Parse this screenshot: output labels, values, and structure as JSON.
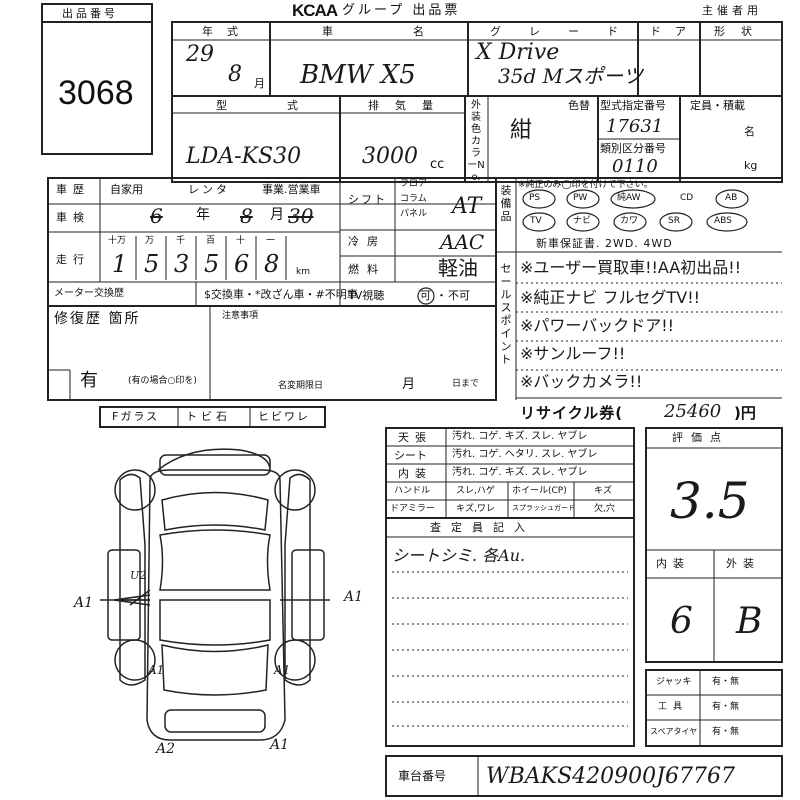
{
  "header": {
    "lot_label": "出品番号",
    "lot_number": "3068",
    "logo": "KCAA",
    "title": "グループ 出品票",
    "organizer": "主催者用"
  },
  "vehicle": {
    "year_label": "年式",
    "year": "29",
    "month": "8",
    "month_unit": "月",
    "name_label": "車名",
    "name": "BMW X5",
    "grade_label": "グレード",
    "grade_line1": "X Drive",
    "grade_line2": "35d Mスポーツ",
    "door_label": "ドア",
    "shape_label": "形状",
    "model_label": "型式",
    "model": "LDA-KS30",
    "displacement_label": "排気量",
    "displacement": "3000",
    "displacement_unit": "cc",
    "color_label": "色替",
    "exterior_color_label": "外装色カラーNo.",
    "color": "紺",
    "type_number_label": "型式指定番号",
    "type_number": "17631",
    "category_number_label": "類別区分番号",
    "category_number": "0110",
    "capacity_label": "定員・積載",
    "capacity_unit1": "名",
    "capacity_unit2": "kg"
  },
  "history": {
    "label": "車歴",
    "options": [
      "自家用",
      "レンタ",
      "事業.営業車"
    ],
    "inspection_label": "車検",
    "inspection_year": "6",
    "inspection_year_unit": "年",
    "inspection_month": "8",
    "inspection_month_unit": "月",
    "inspection_day": "30",
    "mileage_label": "走行",
    "mileage_units": [
      "十万",
      "万",
      "千",
      "百",
      "十",
      "一"
    ],
    "mileage_digits": [
      "1",
      "5",
      "3",
      "5",
      "6",
      "8"
    ],
    "mileage_unit": "km",
    "meter_label": "メーター交換歴",
    "meter_options": "$交換車・*改ざん車・#不明車",
    "shift_label": "シフト",
    "shift_options": [
      "フロア",
      "コラム",
      "パネル"
    ],
    "shift_value": "AT",
    "ac_label": "冷房",
    "ac_value": "AAC",
    "fuel_label": "燃料",
    "fuel_value": "軽油",
    "tv_label": "TV視聴",
    "tv_yes": "可",
    "tv_no": "不可"
  },
  "equipment": {
    "label": "装備品",
    "note": "※純正のみ◯印を付けて下さい。",
    "items": [
      "PS",
      "PW",
      "純AW",
      "CD",
      "AB",
      "TV",
      "ナビ",
      "カワ",
      "SR",
      "ABS"
    ],
    "warranty_line": "新車保証書. 2WD. 4WD"
  },
  "sales_points": {
    "label": "セールスポイント",
    "items": [
      "※ユーザー買取車!!AA初出品!!",
      "※純正ナビ フルセグTV!!",
      "※パワーバックドア!!",
      "※サンルーフ!!",
      "※バックカメラ!!"
    ]
  },
  "repair": {
    "label": "修復歴 箇所",
    "value": "有",
    "hint": "(有の場合○印を)",
    "notice_label": "注意事項",
    "name_change_label": "名変期限日",
    "month_unit": "月",
    "day_until": "日まで"
  },
  "glass": {
    "label": "Fガラス",
    "options": [
      "トビ石",
      "ヒビワレ"
    ]
  },
  "recycle": {
    "label": "リサイクル券(",
    "amount": "25460",
    "unit": ")円"
  },
  "condition_table": [
    {
      "part": "天張",
      "options": "汚れ. コゲ. キズ. スレ. ヤブレ"
    },
    {
      "part": "シート",
      "options": "汚れ. コゲ. ヘタリ. スレ. ヤブレ"
    },
    {
      "part": "内装",
      "options": "汚れ. コゲ. キズ. スレ. ヤブレ"
    }
  ],
  "condition_table2": {
    "handle_label": "ハンドル",
    "handle_options": "スレ,ハゲ",
    "wheel_label": "ホイール(CP)",
    "wheel_options": "キズ",
    "mirror_label": "ドアミラー",
    "mirror_options": "キズ,ワレ",
    "cover_label": "スプラッシュガード",
    "cover_options": "欠,穴"
  },
  "inspector": {
    "label": "査定員記入",
    "note": "シートシミ. 各Au."
  },
  "score": {
    "label": "評価点",
    "value": "3.5",
    "interior_label": "内装",
    "exterior_label": "外装",
    "interior": "6",
    "exterior": "B"
  },
  "tools": [
    {
      "label": "ジャッキ",
      "value": "有・無"
    },
    {
      "label": "工具",
      "value": "有・無"
    },
    {
      "label": "スペアタイヤ",
      "value": "有・無"
    }
  ],
  "damage_marks": [
    "A1",
    "A1",
    "A1",
    "A1",
    "A2",
    "A1",
    "U2"
  ],
  "chassis": {
    "label": "車台番号",
    "value": "WBAKS420900J67767"
  }
}
